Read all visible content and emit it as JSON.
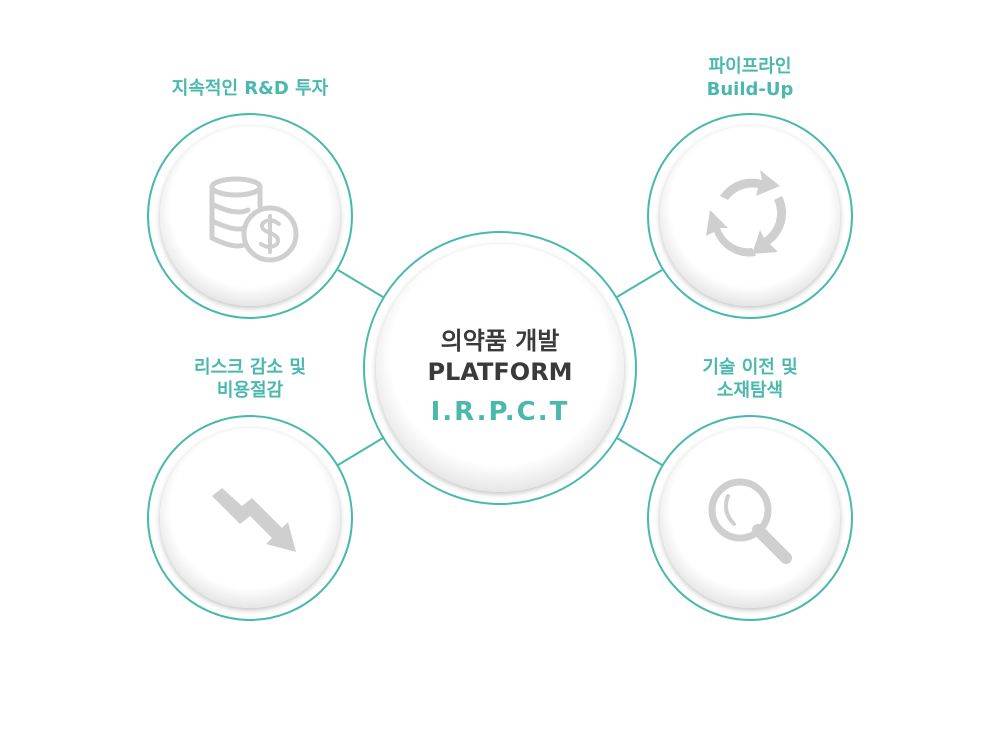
{
  "center": {
    "title_line1": "의약품 개발",
    "title_line2": "PLATFORM",
    "subtitle": "I.R.P.C.T"
  },
  "nodes": [
    {
      "lines": [
        "지속적인 R&D 투자"
      ],
      "icon": "coins-dollar-icon"
    },
    {
      "lines": [
        "파이프라인",
        "Build-Up"
      ],
      "icon": "cycle-arrows-icon"
    },
    {
      "lines": [
        "리스크 감소 및",
        "비용절감"
      ],
      "icon": "trend-down-arrow-icon"
    },
    {
      "lines": [
        "기술 이전 및",
        "소재탐색"
      ],
      "icon": "magnifier-icon"
    }
  ],
  "colors": {
    "accent": "#4bb8ad",
    "icon": "#cfcfcf",
    "text": "#3a3a3a"
  }
}
